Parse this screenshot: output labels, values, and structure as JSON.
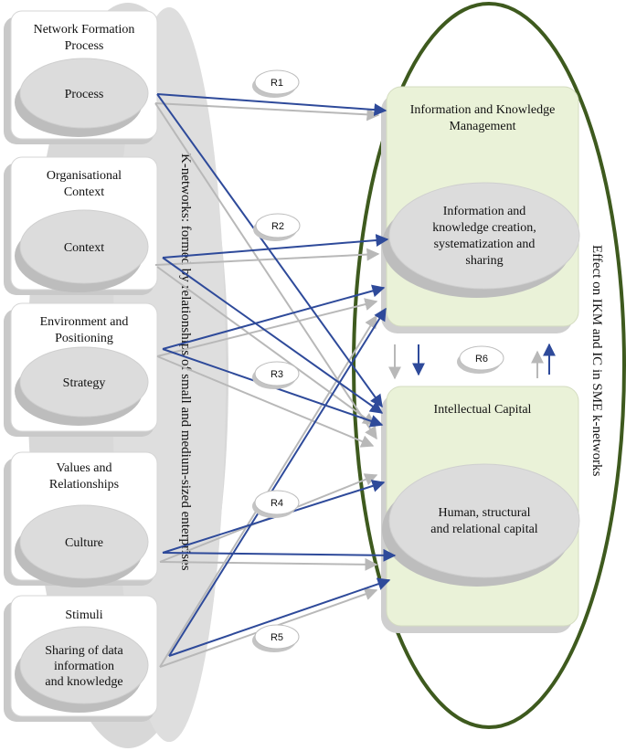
{
  "colors": {
    "blue_arrow": "#2e4a9a",
    "gray_arrow": "#b8b8b8",
    "green_ellipse": "#3e5a1e",
    "panel_fill": "#eaf2d8",
    "oval_fill": "#dcdcdc",
    "band_fill": "#dadada"
  },
  "left_boxes": [
    {
      "title": [
        "Network Formation",
        "Process"
      ],
      "oval": [
        "Process"
      ]
    },
    {
      "title": [
        "Organisational",
        "Context"
      ],
      "oval": [
        "Context"
      ]
    },
    {
      "title": [
        "Environment and",
        "Positioning"
      ],
      "oval": [
        "Strategy"
      ]
    },
    {
      "title": [
        "Values and",
        "Relationships"
      ],
      "oval": [
        "Culture"
      ]
    },
    {
      "title": [
        "Stimuli"
      ],
      "oval": [
        "Sharing of data",
        "information",
        "and knowledge"
      ]
    }
  ],
  "band_label": "K-networks: formed by relationships of small and medium-sized enterprises",
  "right_label": "Effect on IKM and IC in SME k-networks",
  "right_boxes": [
    {
      "title": [
        "Information and Knowledge",
        "Management"
      ],
      "oval": [
        "Information and",
        "knowledge creation,",
        "systematization and",
        "sharing"
      ]
    },
    {
      "title": [
        "Intellectual Capital"
      ],
      "oval": [
        "Human, structural",
        "and relational capital"
      ]
    }
  ],
  "relationship_tags": [
    "R1",
    "R2",
    "R3",
    "R4",
    "R5",
    "R6"
  ]
}
